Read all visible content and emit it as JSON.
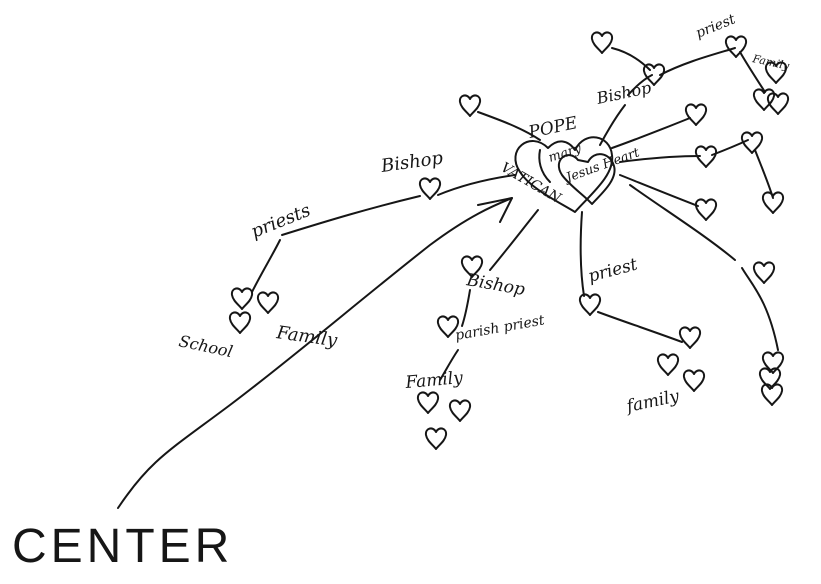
{
  "labels": {
    "pope": "POPE",
    "mary": "mary",
    "vatican": "VATICAN",
    "jesus_heart": "Jesus Heart",
    "bishop_left": "Bishop",
    "bishop_top": "Bishop",
    "bishop_center": "Bishop",
    "priests_left": "priests",
    "priest_top": "priest",
    "priest_right": "priest",
    "parish_priest": "parish priest",
    "family_top": "Family",
    "family_left": "Family",
    "family_center": "Family",
    "family_right": "family",
    "school": "School",
    "center": "CENTER"
  },
  "icons": {
    "heart": "heart-icon",
    "arrow": "arrow-icon"
  },
  "colors": {
    "ink": "#161616",
    "paper": "#ffffff"
  }
}
